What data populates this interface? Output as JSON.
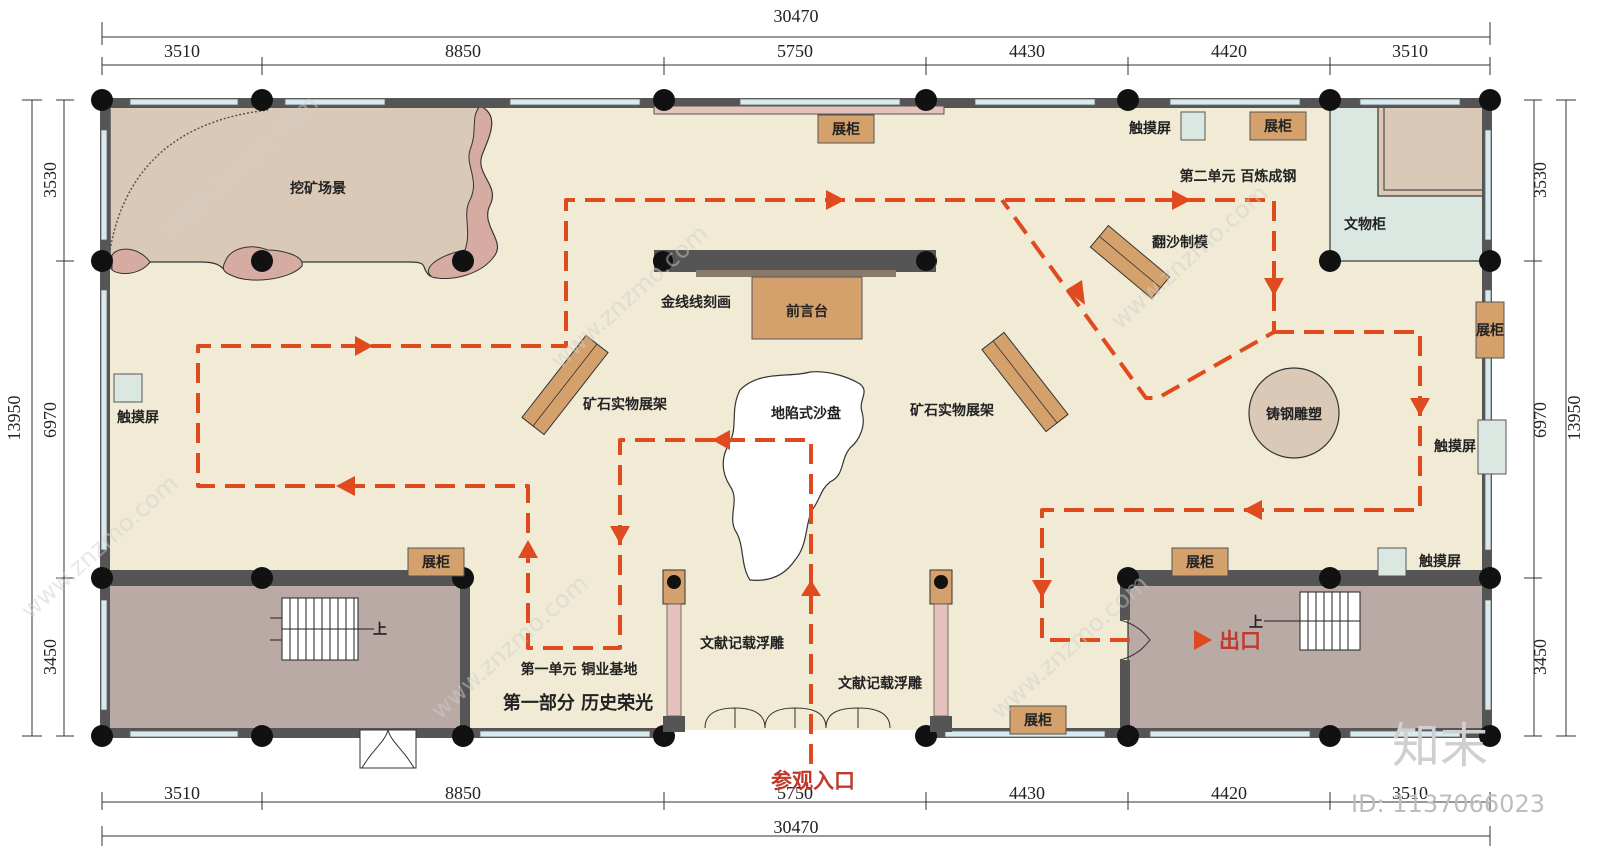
{
  "dimensions": {
    "total": "30470",
    "segments": [
      "3510",
      "8850",
      "5750",
      "4430",
      "4420",
      "3510"
    ],
    "height_total": "13950",
    "height_segments": [
      "3530",
      "6970",
      "3450"
    ]
  },
  "rooms": {
    "mining_scene": "挖矿场景",
    "gold_line_engraving": "金线线刻画",
    "preface_desk": "前言台",
    "ore_shelf_left": "矿石实物展架",
    "ore_shelf_right": "矿石实物展架",
    "sand_table": "地陷式沙盘",
    "sand_mold": "翻沙制模",
    "steel_sculpture": "铸钢雕塑",
    "relic_cabinet": "文物柜",
    "relief_left": "文献记载浮雕",
    "relief_right": "文献记载浮雕"
  },
  "cabinets": {
    "label": "展柜"
  },
  "touchscreens": {
    "label": "触摸屏"
  },
  "sections": {
    "unit_two": "第二单元  百炼成钢",
    "unit_one": "第一单元  铜业基地",
    "part_one": "第一部分  历史荣光"
  },
  "stairs": {
    "up_label": "上"
  },
  "route": {
    "entrance": "参观入口",
    "exit": "出口",
    "color": "#e04a1f"
  },
  "colors": {
    "floor": "#f1ead5",
    "wall": "#555555",
    "stair_room": "#b9aaa5",
    "mining_floor": "#d9c9b6",
    "mining_rock": "#d5aba2",
    "cabinet": "#d4a06b",
    "relic_cabinet": "#dbe8e2",
    "window": "#d7eaf0"
  },
  "watermark": {
    "site": "www.znzmo.com",
    "brand": "知末",
    "id": "ID: 1137066023"
  }
}
